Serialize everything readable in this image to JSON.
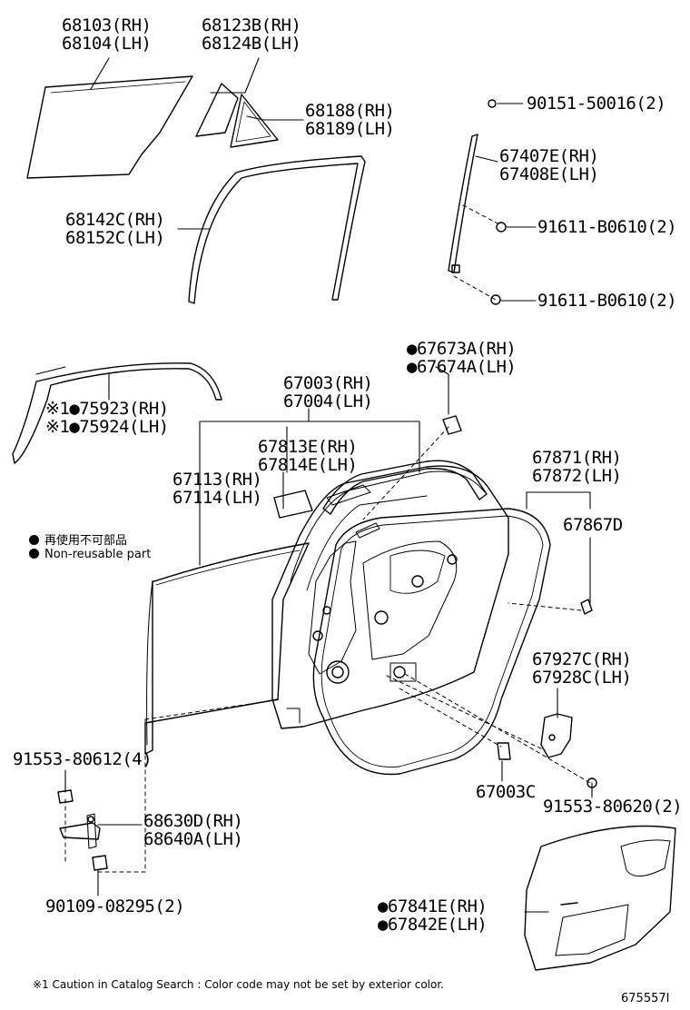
{
  "callouts": {
    "glass_68103": [
      "68103(RH)",
      "68104(LH)"
    ],
    "glass_68123": [
      "68123B(RH)",
      "68124B(LH)"
    ],
    "weatherstrip_68188": [
      "68188(RH)",
      "68189(LH)"
    ],
    "run_68142": [
      "68142C(RH)",
      "68152C(LH)"
    ],
    "screw_90151": [
      "90151-50016(2)"
    ],
    "frame_67407": [
      "67407E(RH)",
      "67408E(LH)"
    ],
    "bolt_91611_a": [
      "91611-B0610(2)"
    ],
    "bolt_91611_b": [
      "91611-B0610(2)"
    ],
    "clip_67673": [
      "●67673A(RH)",
      "●67674A(LH)"
    ],
    "moulding_75923": [
      "※1●75923(RH)",
      "※1●75924(LH)"
    ],
    "panel_67003": [
      "67003(RH)",
      "67004(LH)"
    ],
    "pad_67813": [
      "67813E(RH)",
      "67814E(LH)"
    ],
    "panel_67113": [
      "67113(RH)",
      "67114(LH)"
    ],
    "weatherstrip_67871": [
      "67871(RH)",
      "67872(LH)"
    ],
    "clip_67867": [
      "67867D"
    ],
    "bracket_67927": [
      "67927C(RH)",
      "67928C(LH)"
    ],
    "bolt_91553_a": [
      "91553-80612(4)"
    ],
    "clip_67003c": [
      "67003C"
    ],
    "bolt_91553_b": [
      "91553-80620(2)"
    ],
    "check_68630": [
      "68630D(RH)",
      "68640A(LH)"
    ],
    "bolt_90109": [
      "90109-08295(2)"
    ],
    "cover_67841": [
      "●67841E(RH)",
      "●67842E(LH)"
    ]
  },
  "legend": {
    "jp": "再使用不可部品",
    "en": "Non-reusable part"
  },
  "footer": "※1 Caution in Catalog Search : Color code may not be set by exterior color.",
  "diagram_id": "675557I"
}
